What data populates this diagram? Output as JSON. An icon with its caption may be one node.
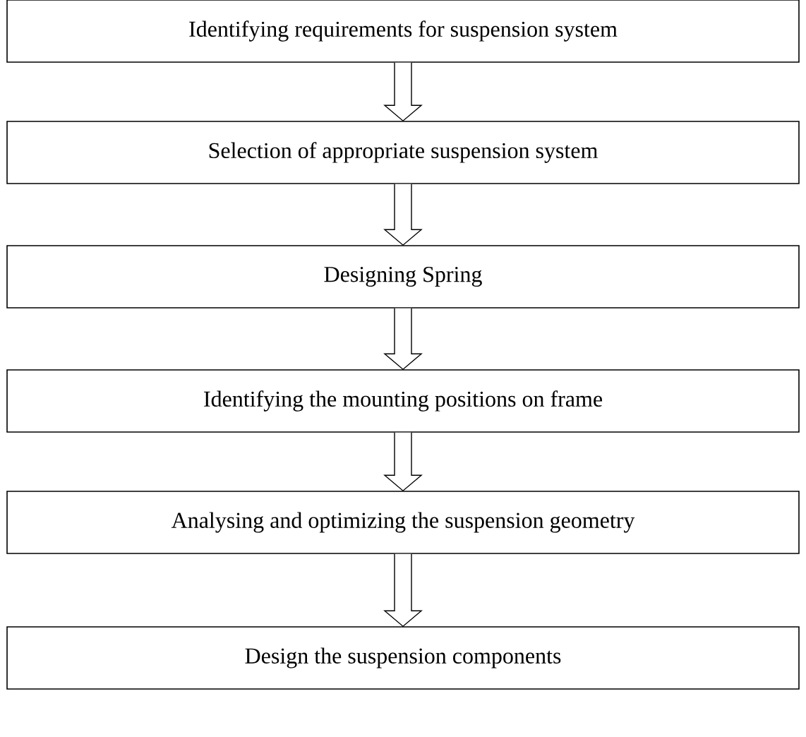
{
  "diagram": {
    "nodes": [
      {
        "text": [
          "Identifying requirements for suspension system"
        ]
      },
      {
        "text": [
          "Selection of appropriate suspension system"
        ]
      },
      {
        "text": [
          "Designing Spring"
        ]
      },
      {
        "text": [
          "Identifying the mounting positions on frame"
        ]
      },
      {
        "text": [
          "Analysing and optimizing the suspension geometry"
        ]
      },
      {
        "text": [
          "Design the suspension components"
        ]
      }
    ],
    "edges": [
      {
        "from": 0,
        "to": 1,
        "arrow": "to"
      },
      {
        "from": 1,
        "to": 2,
        "arrow": "to"
      },
      {
        "from": 2,
        "to": 3,
        "arrow": "to"
      },
      {
        "from": 3,
        "to": 4,
        "arrow": "to"
      },
      {
        "from": 4,
        "to": 5,
        "arrow": "to"
      }
    ]
  }
}
